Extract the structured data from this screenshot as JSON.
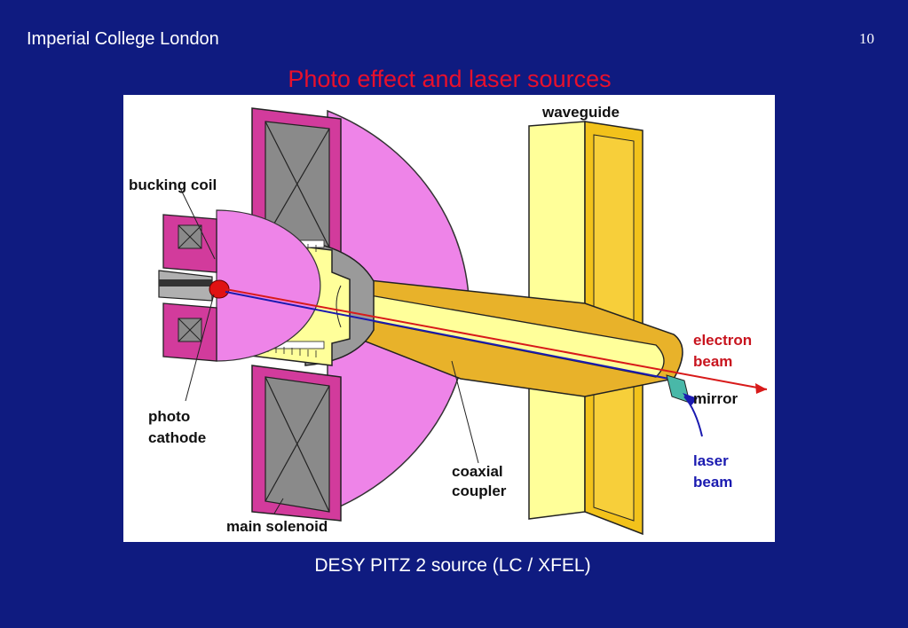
{
  "header": {
    "institution": "Imperial College London",
    "page_number": "10"
  },
  "title": "Photo effect and laser sources",
  "figure": {
    "labels": {
      "waveguide": "waveguide",
      "bucking_coil": "bucking coil",
      "photo_cathode_line1": "photo",
      "photo_cathode_line2": "cathode",
      "main_solenoid": "main solenoid",
      "coaxial_line1": "coaxial",
      "coaxial_line2": "coupler",
      "electron_line1": "electron",
      "electron_line2": "beam",
      "mirror": "mirror",
      "laser_line1": "laser",
      "laser_line2": "beam"
    },
    "colors": {
      "solenoid_magenta": "#d23b9c",
      "solenoid_pink": "#ee84e8",
      "coil_gray": "#8a8a8a",
      "cavity_yellow": "#ffff9a",
      "waveguide_yellow": "#ffff99",
      "waveguide_gold": "#f2c21b",
      "coupler_gold": "#e8b22a",
      "electron_beam_red": "#d81a1a",
      "laser_beam_blue": "#1a1ab0",
      "mirror_teal": "#49b8a8",
      "label_red": "#c8141e",
      "label_blue": "#1a1ab0"
    }
  },
  "caption": "DESY PITZ 2 source (LC / XFEL)"
}
